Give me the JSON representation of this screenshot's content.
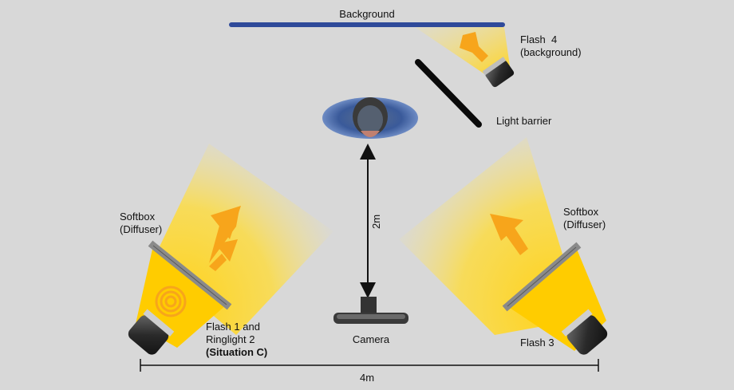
{
  "labels": {
    "background": "Background",
    "flash4_line1": "Flash  4",
    "flash4_line2": "(background)",
    "light_barrier": "Light barrier",
    "softbox_left_line1": "Softbox",
    "softbox_left_line2": "(Diffuser)",
    "softbox_right_line1": "Softbox",
    "softbox_right_line2": "(Diffuser)",
    "flash1_line1": "Flash 1 and",
    "flash1_line2": "Ringlight 2",
    "flash1_line3": "(Situation C)",
    "flash3": "Flash 3",
    "camera": "Camera",
    "distance_vertical": "2m",
    "distance_horizontal": "4m"
  },
  "colors": {
    "background_bar": "#2f4a9a",
    "light_yellow": "#ffd21a",
    "arrow_orange": "#f7a51b",
    "flash_body": "#2a2a2a",
    "softbox": "#8a8a8a",
    "page_bg": "#d8d8d8"
  },
  "icons": {
    "camera": "camera-icon",
    "subject": "person-top-view-icon",
    "flash": "flash-head-icon",
    "ringlight": "ringlight-icon"
  }
}
